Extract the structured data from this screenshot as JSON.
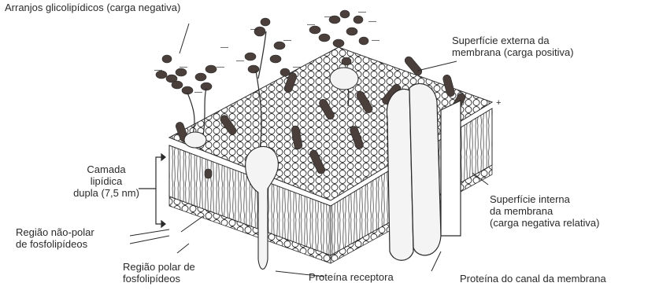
{
  "labels": {
    "glycolipid_1": "Arranjos glicolipídicos (carga negativa)",
    "outer_1": "Superfície externa da",
    "outer_2": "membrana (carga positiva)",
    "lipid_layer_1": "Camada",
    "lipid_layer_2": "lipídica",
    "lipid_layer_3": "dupla (7,5 nm)",
    "inner_1": "Superfície interna",
    "inner_2": "da membrana",
    "inner_3": "(carga negativa relativa)",
    "nonpolar_1": "Região não-polar",
    "nonpolar_2": "de fosfolipídeos",
    "polar_1": "Região polar de",
    "polar_2": "fosfolipídeos",
    "receptor": "Proteína receptora",
    "channel": "Proteína do canal da membrana"
  },
  "colors": {
    "ink": "#2a2a2a",
    "glycolipid": "#4a3f3a",
    "protein_fill": "#f4f4f4",
    "background": "#ffffff"
  },
  "signs": {
    "minus": "—",
    "plus": "+"
  }
}
